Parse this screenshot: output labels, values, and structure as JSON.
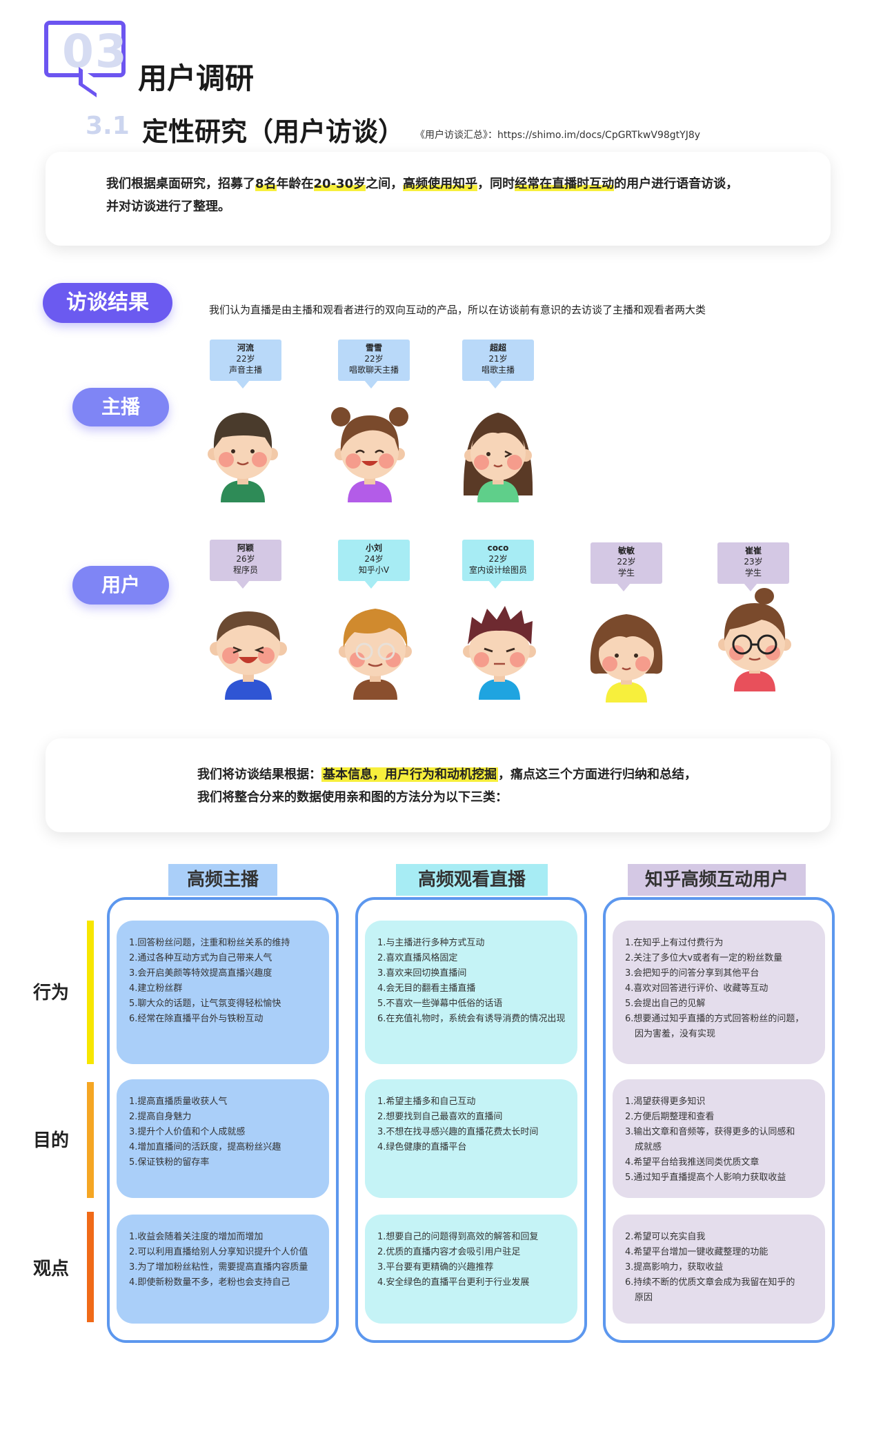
{
  "header": {
    "section_number": "03",
    "title": "用户调研",
    "sub_number": "3.1",
    "sub_title": "定性研究（用户访谈）",
    "sub_note": "《用户访谈汇总》：https://shimo.im/docs/CpGRTkwV98gtYJ8y"
  },
  "intro": {
    "p1": "我们根据桌面研究，招募了",
    "h1": "8名",
    "p2": "年龄在",
    "h2": "20-30岁",
    "p3": "之间，",
    "h3": "高频使用知乎",
    "p4": "，同时",
    "h4": "经常在直播时互动",
    "p5": "的用户进行语音访谈，",
    "line2": "并对访谈进行了整理。"
  },
  "results": {
    "label": "访谈结果",
    "desc": "我们认为直播是由主播和观看者进行的双向互动的产品，所以在访谈前有意识的去访谈了主播和观看者两大类"
  },
  "hosts": {
    "label": "主播",
    "people": [
      {
        "name": "河流",
        "age": "22岁",
        "role": "声音主播"
      },
      {
        "name": "雪雪",
        "age": "22岁",
        "role": "唱歌聊天主播"
      },
      {
        "name": "超超",
        "age": "21岁",
        "role": "唱歌主播"
      }
    ]
  },
  "users": {
    "label": "用户",
    "people": [
      {
        "name": "阿颖",
        "age": "26岁",
        "role": "程序员"
      },
      {
        "name": "小刘",
        "age": "24岁",
        "role": "知乎小V"
      },
      {
        "name": "coco",
        "age": "22岁",
        "role": "室内设计绘图员"
      },
      {
        "name": "敏敏",
        "age": "22岁",
        "role": "学生"
      },
      {
        "name": "崔崔",
        "age": "23岁",
        "role": "学生"
      }
    ]
  },
  "summary": {
    "p1": "我们将访谈结果根据：",
    "highlight": "基本信息，用户行为和动机挖掘",
    "p2": "，痛点这三个方面进行归纳和总结，",
    "line2": "我们将整合分来的数据使用亲和图的方法分为以下三类："
  },
  "rows": [
    "行为",
    "目的",
    "观点"
  ],
  "columns": [
    {
      "title": "高频主播",
      "behavior": [
        "1.回答粉丝问题，注重和粉丝关系的维持",
        "2.通过各种互动方式为自己带来人气",
        "3.会开启美颜等特效提高直播兴趣度",
        "4.建立粉丝群",
        "5.聊大众的话题，让气氛变得轻松愉快",
        "6.经常在除直播平台外与铁粉互动"
      ],
      "purpose": [
        "1.提高直播质量收获人气",
        "2.提高自身魅力",
        "3.提升个人价值和个人成就感",
        "4.增加直播间的活跃度，提高粉丝兴趣",
        "5.保证铁粉的留存率"
      ],
      "opinion": [
        "1.收益会随着关注度的增加而增加",
        "2.可以利用直播给别人分享知识提升个人价值",
        "3.为了增加粉丝粘性，需要提高直播内容质量",
        "4.即使新粉数量不多，老粉也会支持自己"
      ]
    },
    {
      "title": "高频观看直播",
      "behavior": [
        "1.与主播进行多种方式互动",
        "2.喜欢直播风格固定",
        "3.喜欢来回切换直播间",
        "4.会无目的翻看主播直播",
        "5.不喜欢一些弹幕中低俗的话语",
        "6.在充值礼物时，系统会有诱导消费的情况出现"
      ],
      "purpose": [
        "1.希望主播多和自己互动",
        "2.想要找到自己最喜欢的直播间",
        "3.不想在找寻感兴趣的直播花费太长时间",
        "4.绿色健康的直播平台"
      ],
      "opinion": [
        "1.想要自己的问题得到高效的解答和回复",
        "2.优质的直播内容才会吸引用户驻足",
        "3.平台要有更精确的兴趣推荐",
        "4.安全绿色的直播平台更利于行业发展"
      ]
    },
    {
      "title": "知乎高频互动用户",
      "behavior": [
        "1.在知乎上有过付费行为",
        "2.关注了多位大v或者有一定的粉丝数量",
        "3.会把知乎的问答分享到其他平台",
        "4.喜欢对回答进行评价、收藏等互动",
        "5.会提出自己的见解",
        "6.想要通过知乎直播的方式回答粉丝的问题，",
        "因为害羞，没有实现"
      ],
      "purpose": [
        "1.渴望获得更多知识",
        "2.方便后期整理和查看",
        "3.输出文章和音频等，获得更多的认同感和",
        "成就感",
        "4.希望平台给我推送同类优质文章",
        "5.通过知乎直播提高个人影响力获取收益"
      ],
      "opinion": [
        "2.希望可以充实自我",
        "4.希望平台增加一键收藏整理的功能",
        "3.提高影响力，获取收益",
        "6.持续不断的优质文章会成为我留在知乎的",
        "原因"
      ]
    }
  ],
  "colors": {
    "accent": "#6b5af0",
    "frame": "#5c97ee",
    "highlight": "#f7ef3c",
    "row_behavior": "#f7e600",
    "row_purpose": "#f5a623",
    "row_opinion": "#f06a18"
  }
}
